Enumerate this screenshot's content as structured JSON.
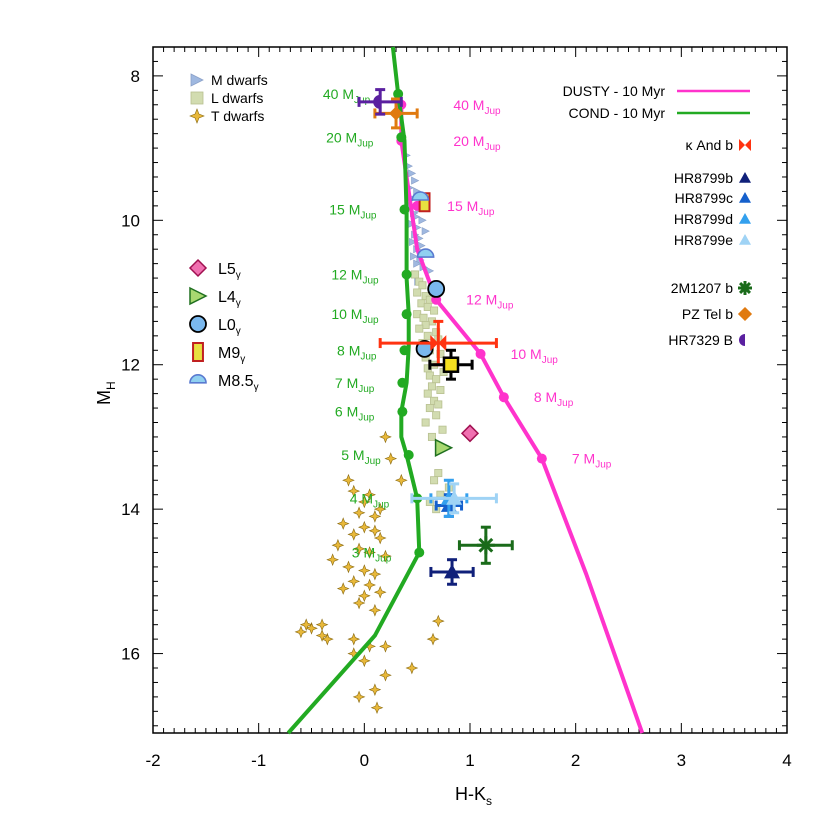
{
  "chart_data": {
    "type": "scatter",
    "xlabel": "H-K",
    "xlabel_sub": "s",
    "ylabel": "M",
    "ylabel_sub": "H",
    "xlim": [
      -2,
      4
    ],
    "ylim": [
      17.1,
      7.6
    ],
    "y_inverted": true,
    "x_ticks": [
      -2,
      -1,
      0,
      1,
      2,
      3,
      4
    ],
    "x_tick_labels": [
      "-2",
      "-1",
      "0",
      "1",
      "2",
      "3",
      "4"
    ],
    "y_ticks": [
      8,
      10,
      12,
      14,
      16
    ],
    "y_tick_labels": [
      "8",
      "10",
      "12",
      "14",
      "16"
    ],
    "grid": false,
    "model_legend": [
      {
        "label": "DUSTY - 10 Myr",
        "color": "#ff33cc"
      },
      {
        "label": "COND - 10 Myr",
        "color": "#22aa22"
      }
    ],
    "field_legend": [
      {
        "label": "M dwarfs",
        "marker": "triangle-right",
        "color": "#9fb8e0"
      },
      {
        "label": "L dwarfs",
        "marker": "square",
        "color": "#d2dcb0"
      },
      {
        "label": "T dwarfs",
        "marker": "star4",
        "color": "#e8b83a"
      }
    ],
    "young_legend": [
      {
        "label": "L5",
        "sub": "γ",
        "marker": "diamond",
        "color": "#f070b0"
      },
      {
        "label": "L4",
        "sub": "γ",
        "marker": "triangle-right",
        "color": "#a8d870"
      },
      {
        "label": "L0",
        "sub": "γ",
        "marker": "circle",
        "color": "#7ab8ee"
      },
      {
        "label": "M9",
        "sub": "γ",
        "marker": "rect",
        "color": "#e8e040"
      },
      {
        "label": "M8.5",
        "sub": "γ",
        "marker": "half-circle",
        "color": "#90d0f0"
      }
    ],
    "object_legend": [
      {
        "label": "κ And b",
        "marker": "bowtie",
        "color": "#ff3311"
      },
      {
        "label": "HR8799b",
        "marker": "triangle",
        "color": "#10207a"
      },
      {
        "label": "HR8799c",
        "marker": "triangle",
        "color": "#1560cc"
      },
      {
        "label": "HR8799d",
        "marker": "triangle",
        "color": "#33a0ee"
      },
      {
        "label": "HR8799e",
        "marker": "triangle",
        "color": "#9fd3f5"
      },
      {
        "label": "2M1207 b",
        "marker": "asterisk",
        "color": "#1a6b1a"
      },
      {
        "label": "PZ Tel b",
        "marker": "diamond",
        "color": "#e07a10"
      },
      {
        "label": "HR7329 B",
        "marker": "half-circle-right",
        "color": "#5a20a0"
      }
    ],
    "series": [
      {
        "name": "DUSTY - 10 Myr",
        "type": "line",
        "color": "#ff33cc",
        "x": [
          0.35,
          0.35,
          0.5,
          0.68,
          1.1,
          1.32,
          1.68,
          2.1,
          2.63
        ],
        "y": [
          8.4,
          8.9,
          10.4,
          11.1,
          11.85,
          12.45,
          13.3,
          14.9,
          17.1
        ],
        "mass_points": [
          {
            "x": 0.35,
            "y": 8.4,
            "label": "40 M",
            "sub": "Jup"
          },
          {
            "x": 0.35,
            "y": 8.9,
            "label": "20 M",
            "sub": "Jup"
          },
          {
            "x": 0.5,
            "y": 9.8,
            "label": "15 M",
            "sub": "Jup"
          },
          {
            "x": 0.68,
            "y": 11.1,
            "label": "12 M",
            "sub": "Jup"
          },
          {
            "x": 1.1,
            "y": 11.85,
            "label": "10 M",
            "sub": "Jup"
          },
          {
            "x": 1.32,
            "y": 12.45,
            "label": "8 M",
            "sub": "Jup"
          },
          {
            "x": 1.68,
            "y": 13.3,
            "label": "7 M",
            "sub": "Jup"
          }
        ]
      },
      {
        "name": "COND - 10 Myr",
        "type": "line",
        "color": "#22aa22",
        "x": [
          0.27,
          0.32,
          0.38,
          0.4,
          0.4,
          0.42,
          0.42,
          0.4,
          0.35,
          0.35,
          0.4,
          0.5,
          0.52,
          0.1,
          -0.72
        ],
        "y": [
          7.6,
          8.25,
          8.9,
          9.9,
          10.8,
          11.3,
          11.75,
          12.25,
          12.65,
          13.0,
          13.25,
          13.85,
          14.6,
          15.75,
          17.1
        ],
        "mass_points": [
          {
            "x": 0.32,
            "y": 8.25,
            "label": "40 M",
            "sub": "Jup"
          },
          {
            "x": 0.35,
            "y": 8.85,
            "label": "20 M",
            "sub": "Jup"
          },
          {
            "x": 0.38,
            "y": 9.85,
            "label": "15 M",
            "sub": "Jup"
          },
          {
            "x": 0.4,
            "y": 10.75,
            "label": "12 M",
            "sub": "Jup"
          },
          {
            "x": 0.4,
            "y": 11.3,
            "label": "10 M",
            "sub": "Jup"
          },
          {
            "x": 0.38,
            "y": 11.8,
            "label": "8 M",
            "sub": "Jup"
          },
          {
            "x": 0.36,
            "y": 12.25,
            "label": "7 M",
            "sub": "Jup"
          },
          {
            "x": 0.36,
            "y": 12.65,
            "label": "6 M",
            "sub": "Jup"
          },
          {
            "x": 0.42,
            "y": 13.25,
            "label": "5 M",
            "sub": "Jup"
          },
          {
            "x": 0.5,
            "y": 13.85,
            "label": "4 M",
            "sub": "Jup"
          },
          {
            "x": 0.52,
            "y": 14.6,
            "label": "3 M",
            "sub": "Jup"
          }
        ]
      },
      {
        "name": "M dwarfs",
        "type": "scatter",
        "x": [
          0.4,
          0.42,
          0.45,
          0.48,
          0.43,
          0.5,
          0.46,
          0.44,
          0.52,
          0.47,
          0.49,
          0.55,
          0.45,
          0.5,
          0.58,
          0.48,
          0.52,
          0.46,
          0.54,
          0.5,
          0.6,
          0.47,
          0.53,
          0.5,
          0.56,
          0.62,
          0.48,
          0.51
        ],
        "y": [
          9.1,
          9.25,
          9.35,
          9.45,
          9.55,
          9.6,
          9.7,
          9.8,
          9.85,
          9.9,
          9.95,
          10.0,
          10.05,
          10.1,
          10.15,
          10.2,
          10.25,
          10.3,
          10.35,
          10.4,
          10.45,
          10.5,
          10.55,
          10.6,
          10.65,
          10.7,
          10.75,
          10.85
        ]
      },
      {
        "name": "L dwarfs",
        "type": "scatter",
        "x": [
          0.48,
          0.52,
          0.55,
          0.5,
          0.58,
          0.62,
          0.54,
          0.6,
          0.66,
          0.5,
          0.56,
          0.64,
          0.58,
          0.52,
          0.68,
          0.6,
          0.7,
          0.55,
          0.62,
          0.72,
          0.58,
          0.66,
          0.6,
          0.75,
          0.62,
          0.68,
          0.64,
          0.72,
          0.6,
          0.66,
          0.7,
          0.62,
          0.68,
          0.58,
          0.74,
          0.64,
          0.7,
          0.66,
          0.8,
          0.72,
          0.62,
          0.68
        ],
        "y": [
          10.75,
          10.85,
          10.9,
          11.0,
          11.05,
          11.1,
          11.15,
          11.2,
          11.25,
          11.3,
          11.35,
          11.4,
          11.45,
          11.5,
          11.55,
          11.6,
          11.65,
          11.7,
          11.8,
          11.85,
          11.9,
          12.0,
          12.05,
          12.1,
          12.15,
          12.2,
          12.3,
          12.35,
          12.4,
          12.5,
          12.55,
          12.6,
          12.7,
          12.8,
          12.9,
          13.0,
          13.5,
          13.6,
          13.7,
          13.8,
          13.9,
          14.0
        ]
      },
      {
        "name": "T dwarfs",
        "type": "scatter",
        "x": [
          0.2,
          0.25,
          0.35,
          -0.15,
          -0.1,
          0.0,
          0.05,
          0.15,
          -0.05,
          0.1,
          -0.2,
          0.0,
          0.1,
          -0.1,
          0.15,
          -0.25,
          -0.05,
          0.05,
          0.2,
          -0.3,
          -0.15,
          0.0,
          0.1,
          -0.1,
          0.05,
          -0.2,
          0.15,
          0.0,
          -0.05,
          0.1,
          -0.4,
          -0.35,
          -0.1,
          0.05,
          -0.5,
          -0.6,
          -0.55,
          -0.4,
          -0.1,
          0.0,
          0.2,
          0.45,
          0.7,
          0.65,
          0.2,
          0.1,
          -0.05,
          0.12
        ],
        "y": [
          13.0,
          13.3,
          13.6,
          13.6,
          13.75,
          13.9,
          13.8,
          14.0,
          14.05,
          14.1,
          14.2,
          14.25,
          14.3,
          14.35,
          14.4,
          14.5,
          14.55,
          14.6,
          14.65,
          14.7,
          14.8,
          14.85,
          14.9,
          15.0,
          15.05,
          15.1,
          15.15,
          15.2,
          15.3,
          15.4,
          15.6,
          15.8,
          15.8,
          15.9,
          15.65,
          15.7,
          15.6,
          15.75,
          16.0,
          16.1,
          15.9,
          16.2,
          15.55,
          15.8,
          16.3,
          16.5,
          16.6,
          16.75
        ]
      }
    ],
    "young_objects": [
      {
        "name": "L5γ",
        "x": 1.0,
        "y": 12.95
      },
      {
        "name": "L4γ",
        "x": 0.75,
        "y": 13.15
      },
      {
        "name": "L0γ a",
        "x": 0.68,
        "y": 10.95
      },
      {
        "name": "L0γ b",
        "x": 0.57,
        "y": 11.78
      },
      {
        "name": "M9γ",
        "x": 0.57,
        "y": 9.75
      },
      {
        "name": "M8.5γ a",
        "x": 0.53,
        "y": 9.68
      },
      {
        "name": "M8.5γ b",
        "x": 0.58,
        "y": 10.47
      }
    ],
    "companions": [
      {
        "name": "κ And b",
        "x": 0.7,
        "y": 11.7,
        "xerr": 0.55,
        "yerr": 0.3
      },
      {
        "name": "unlabeled yellow square",
        "x": 0.82,
        "y": 12.0,
        "xerr": 0.2,
        "yerr": 0.2
      },
      {
        "name": "HR8799b",
        "x": 0.83,
        "y": 14.87,
        "xerr": 0.2,
        "yerr": 0.17
      },
      {
        "name": "HR8799c",
        "x": 0.8,
        "y": 13.95,
        "xerr": 0.12,
        "yerr": 0.15
      },
      {
        "name": "HR8799d",
        "x": 0.8,
        "y": 13.85,
        "xerr": 0.17,
        "yerr": 0.25
      },
      {
        "name": "HR8799e",
        "x": 0.85,
        "y": 13.85,
        "xerr": 0.4,
        "yerr": 0.2
      },
      {
        "name": "2M1207 b",
        "x": 1.15,
        "y": 14.5,
        "xerr": 0.25,
        "yerr": 0.25
      },
      {
        "name": "PZ Tel b",
        "x": 0.3,
        "y": 8.52,
        "xerr": 0.2,
        "yerr": 0.2
      },
      {
        "name": "HR7329 B",
        "x": 0.15,
        "y": 8.36,
        "xerr": 0.2,
        "yerr": 0.17
      }
    ]
  }
}
